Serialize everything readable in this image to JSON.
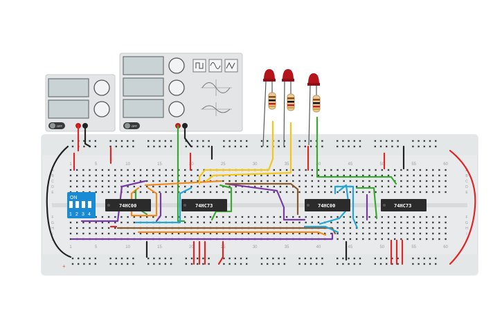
{
  "circuit": {
    "chips": [
      {
        "label": "74HC00"
      },
      {
        "label": "74HC73"
      },
      {
        "label": "74HC00"
      },
      {
        "label": "74HC73"
      }
    ],
    "dip_switch": {
      "on_label": "ON",
      "positions": [
        "1",
        "2",
        "3",
        "4"
      ]
    },
    "power_supplies": [
      {
        "switch_label": "OFF"
      },
      {
        "switch_label": "OFF"
      }
    ],
    "breadboard": {
      "column_numbers": [
        "1",
        "5",
        "10",
        "15",
        "20",
        "25",
        "30",
        "35",
        "40",
        "45",
        "50",
        "55",
        "60"
      ],
      "row_labels_top": [
        "A",
        "B",
        "C",
        "D",
        "E"
      ],
      "row_labels_bottom": [
        "F",
        "G",
        "H",
        "I",
        "J"
      ],
      "rail_plus": "+"
    },
    "colors": {
      "board": "#e8eaeb",
      "chip": "#2b2b2b",
      "dip": "#1a8ad4",
      "led": "#b3151b",
      "red_wire": "#e02525",
      "black_wire": "#222222",
      "yellow_wire": "#f5c518",
      "green_wire": "#3aa832",
      "orange_wire": "#f08a1c",
      "purple_wire": "#7a3aa6",
      "cyan_wire": "#22a6d6",
      "brown_wire": "#8a5a2b"
    }
  }
}
